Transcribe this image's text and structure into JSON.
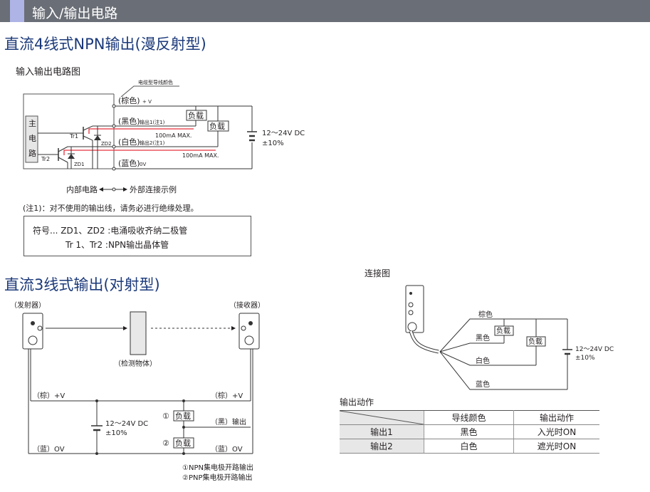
{
  "section_title": "输入/输出电路",
  "npn": {
    "heading": "直流4线式NPN输出(漫反射型)",
    "circuit_title": "输入输出电路图",
    "cable_label": "电缆型导线颜色",
    "main_circuit": [
      "主",
      "电",
      "路"
    ],
    "tr1": "Tr1",
    "tr2": "Tr2",
    "zd1": "ZD1",
    "zd2": "ZD2",
    "brown": "(棕色)",
    "brown_suffix": "+ V",
    "black": "(黑色)",
    "black_suffix": "输出1(注1)",
    "white": "(白色)",
    "white_suffix": "输出2(注1)",
    "blue": "(蓝色)",
    "blue_suffix": "0V",
    "load": "负载",
    "max1": "100mA MAX.",
    "max2": "100mA MAX.",
    "supply_v": "12～24V DC",
    "supply_tol": "±10%",
    "internal": "内部电路",
    "external": "外部连接示例",
    "note1": "(注1)：对不使用的输出线，请务必进行绝缘处理。",
    "symbols_line1": "符号...   ZD1、ZD2 :电涌吸收齐纳二极管",
    "symbols_line2": "Tr 1、Tr2   :NPN输出晶体管"
  },
  "thru": {
    "heading": "直流3线式输出(对射型)",
    "emitter": "（发射器）",
    "receiver": "（接收器）",
    "object": "（检测物体）",
    "brown_left": "（棕）+V",
    "brown_right": "（棕）+V",
    "blue_left": "（蓝）OV",
    "blue_right": "（蓝）OV",
    "black_out": "（黑）输出",
    "supply_v": "12～24V DC",
    "supply_tol": "±10%",
    "load1_mark": "①",
    "load2_mark": "②",
    "load": "负载",
    "legend1": "①NPN集电极开路输出",
    "legend2": "②PNP集电极开路输出"
  },
  "connection": {
    "title": "连接图",
    "brown": "棕色",
    "black": "黑色",
    "white": "白色",
    "blue": "蓝色",
    "load": "负载",
    "supply_v": "12～24V DC",
    "supply_tol": "±10%"
  },
  "action": {
    "title": "输出动作",
    "headers": [
      "",
      "导线颜色",
      "输出动作"
    ],
    "rows": [
      [
        "输出1",
        "黑色",
        "入光时ON"
      ],
      [
        "输出2",
        "白色",
        "遮光时ON"
      ]
    ]
  },
  "colors": {
    "header_bar": "#6a6e76",
    "accent": "#aeb4e6",
    "heading": "#1c3a7a",
    "red_line": "#e8323c"
  }
}
